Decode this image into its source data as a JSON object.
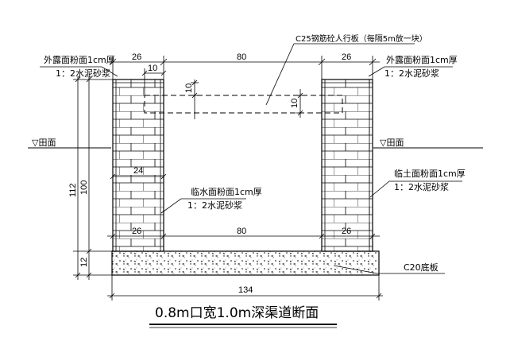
{
  "diagram": {
    "title": "0.8m口宽1.0m深渠道断面",
    "slab_note": "C25钢筋砼人行板（每隔5m放一块）",
    "left_outer_finish": [
      "外露面粉面1cm厚",
      "1：2水泥砂浆"
    ],
    "right_outer_finish": [
      "外露面粉面1cm厚",
      "1：2水泥砂浆"
    ],
    "inner_water_finish": [
      "临水面粉面1cm厚",
      "1：2水泥砂浆"
    ],
    "soil_face_finish": [
      "临土面粉面1cm厚",
      "1：2水泥砂浆"
    ],
    "ground_left": "▽田面",
    "ground_right": "▽田面",
    "base_label": "C20底板",
    "dims": {
      "top_left_wall": "26",
      "top_opening": "80",
      "top_right_wall": "26",
      "slab_bearing": "10",
      "slab_vertical_left": "10",
      "slab_vertical_right": "10",
      "wall_inner": "24",
      "bottom_left_wall": "26",
      "bottom_opening": "80",
      "bottom_right_wall": "26",
      "total_width": "134",
      "total_height": "112",
      "wall_height": "100",
      "base_thickness": "12"
    }
  }
}
